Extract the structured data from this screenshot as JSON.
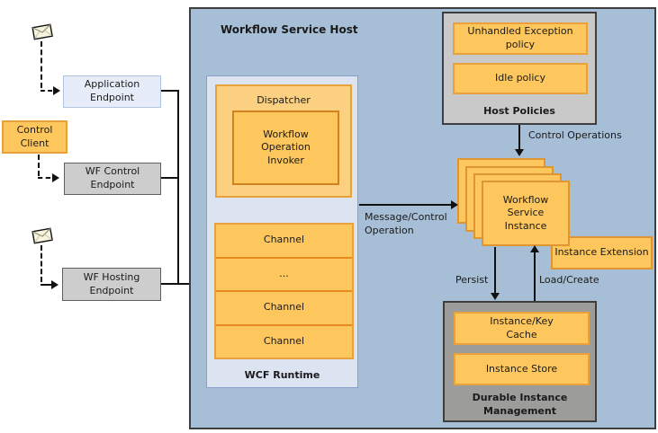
{
  "title": "Workflow Service Host",
  "left_column": {
    "application_endpoint": "Application\nEndpoint",
    "control_client": "Control\nClient",
    "wf_control_endpoint": "WF Control\nEndpoint",
    "wf_hosting_endpoint": "WF Hosting\nEndpoint"
  },
  "wcf_runtime": {
    "label": "WCF Runtime",
    "dispatcher_label": "Dispatcher",
    "invoker_label": "Workflow\nOperation\nInvoker",
    "channels": [
      "Channel",
      "...",
      "Channel",
      "Channel"
    ]
  },
  "host_policies": {
    "label": "Host Policies",
    "policies": [
      "Unhandled Exception\npolicy",
      "Idle policy"
    ]
  },
  "instances": {
    "label": "Workflow\nService\nInstance",
    "extension_label": "Instance Extension"
  },
  "durable": {
    "label": "Durable Instance\nManagement",
    "cache": "Instance/Key\nCache",
    "store": "Instance Store"
  },
  "arrows": {
    "control_operations": "Control Operations",
    "message_control": "Message/Control\nOperation",
    "persist": "Persist",
    "load_create": "Load/Create"
  },
  "colors": {
    "host_bg": "#A6BED6",
    "runtime_bg": "#DCE4F2",
    "orange": "#FDC75E",
    "orange_border": "#E9A13B",
    "endpoint_blue": "#E7EDF8",
    "endpoint_gray": "#CDCDCD",
    "policies_gray": "#C9C9C9",
    "durable_gray": "#9C9C9A"
  }
}
